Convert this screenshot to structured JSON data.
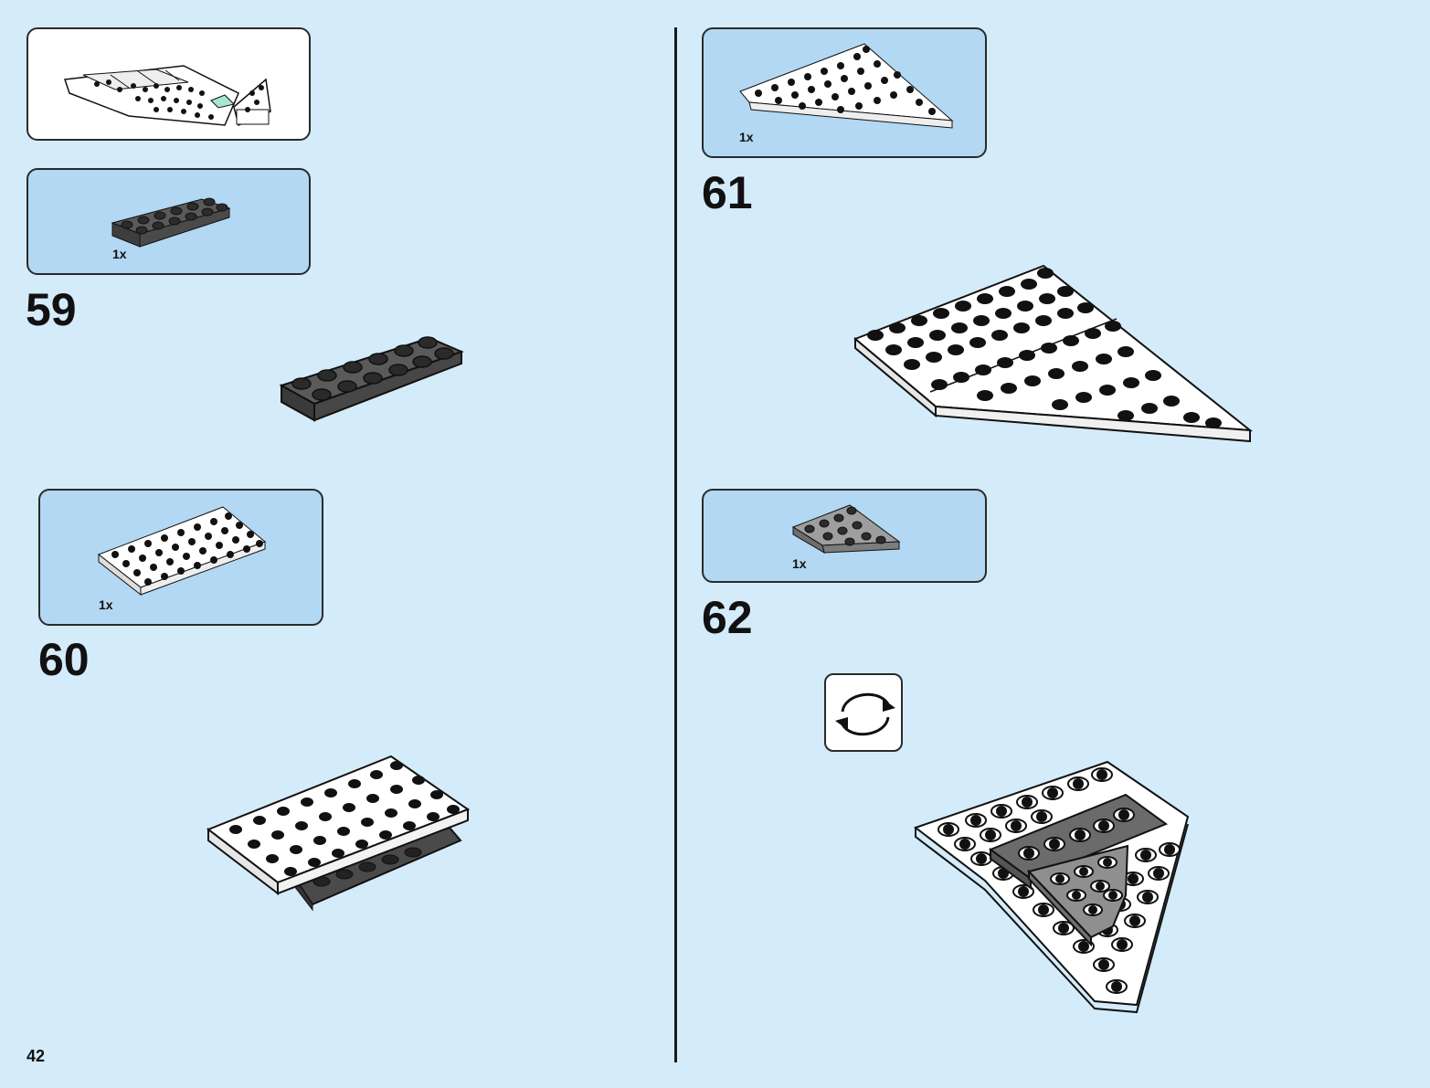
{
  "page": {
    "number": "42"
  },
  "steps": [
    {
      "number": "59",
      "part_qty": "1x",
      "part_color": "#595959"
    },
    {
      "number": "60",
      "part_qty": "1x",
      "part_color": "#ffffff"
    },
    {
      "number": "61",
      "part_qty": "1x",
      "part_color": "#ffffff"
    },
    {
      "number": "62",
      "part_qty": "1x",
      "part_color": "#a0a0a0"
    }
  ],
  "icons": {
    "rotate": "rotate-model-icon"
  }
}
